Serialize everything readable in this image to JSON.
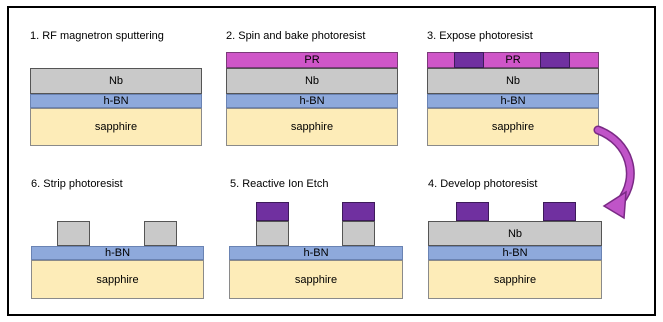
{
  "steps": [
    {
      "title": "1. RF magnetron sputtering"
    },
    {
      "title": "2. Spin and bake photoresist"
    },
    {
      "title": "3. Expose photoresist"
    },
    {
      "title": "4. Develop photoresist"
    },
    {
      "title": "5. Reactive Ion Etch"
    },
    {
      "title": "6. Strip photoresist"
    }
  ],
  "layers": {
    "nb": "Nb",
    "hbn": "h-BN",
    "sapphire": "sapphire",
    "pr": "PR"
  },
  "colors": {
    "nb": "#c9c9c9",
    "hbn": "#8ea9db",
    "sapphire": "#fdecb8",
    "pr": "#cf56c8",
    "pr_exposed": "#7030a0",
    "arrow": "#a040b0"
  }
}
